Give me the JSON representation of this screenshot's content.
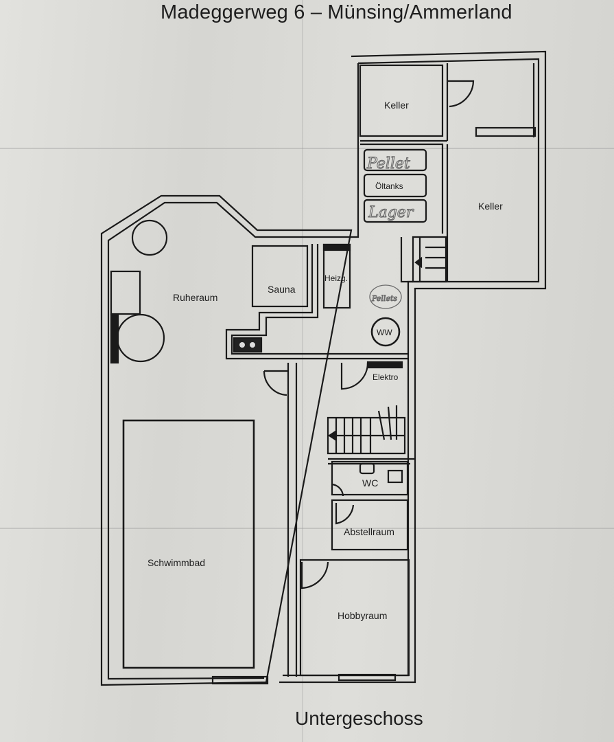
{
  "header": {
    "title": "Madeggerweg 6 – Münsing/Ammerland"
  },
  "footer": {
    "floor": "Untergeschoss"
  },
  "rooms": {
    "keller_1": "Keller",
    "keller_2": "Keller",
    "oeltanks": "Öltanks",
    "pellet": "Pellet",
    "lager": "Lager",
    "ruheraum": "Ruheraum",
    "sauna": "Sauna",
    "heizung": "Heizg.",
    "ww": "WW",
    "elektro": "Elektro",
    "wc": "WC",
    "abstellraum": "Abstellraum",
    "schwimmbad": "Schwimmbad",
    "hobbyraum": "Hobbyraum",
    "fuel_note": "Pellets"
  }
}
